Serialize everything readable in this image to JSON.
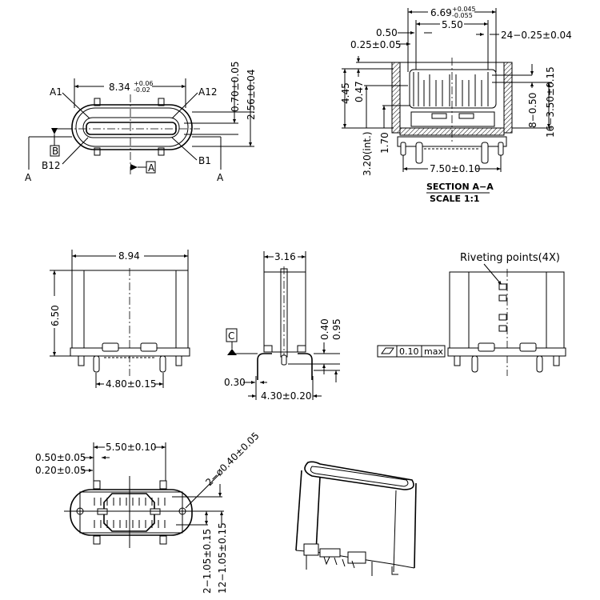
{
  "front_view": {
    "width_dim": "8.34",
    "width_tol_upper": "+0.06",
    "width_tol_lower": "-0.02",
    "pin_a1": "A1",
    "pin_a12": "A12",
    "pin_b12": "B12",
    "pin_b1": "B1",
    "dim_070": "0.70±0.05",
    "dim_256": "2.56±0.04",
    "datum_b": "B",
    "datum_a": "A",
    "section_mark_left": "A",
    "section_mark_right": "A"
  },
  "section_view": {
    "dim_669": "6.69",
    "dim_669_upper": "+0.045",
    "dim_669_lower": "-0.055",
    "dim_550": "5.50",
    "dim_050": "0.50",
    "dim_025": "0.25±0.05",
    "dim_24": "24−0.25±0.04",
    "dim_445": "4.45",
    "dim_047": "0.47",
    "dim_320": "3.20(int.)",
    "dim_170": "1.70",
    "dim_8": "8−0.50",
    "dim_16": "16−3.50±0.15",
    "dim_750": "7.50±0.10",
    "title": "SECTION  A−A",
    "scale": "SCALE  1:1"
  },
  "top_view": {
    "dim_894": "8.94",
    "dim_650": "6.50",
    "dim_480": "4.80±0.15"
  },
  "side_view": {
    "dim_316": "3.16",
    "datum_c": "C",
    "dim_040": "0.40",
    "dim_095": "0.95",
    "dim_030": "0.30",
    "dim_430": "4.30±0.20"
  },
  "rear_view": {
    "riveting_label": "Riveting points(4X)",
    "flatness_value": "0.10",
    "flatness_max": "max"
  },
  "bottom_view": {
    "dim_550": "5.50±0.10",
    "dim_050": "0.50±0.05",
    "dim_020": "0.20±0.05",
    "dim_hole": "2−ø0.40±0.05",
    "dim_2_105": "2−1.05±0.15",
    "dim_12_105": "12−1.05±0.15"
  }
}
